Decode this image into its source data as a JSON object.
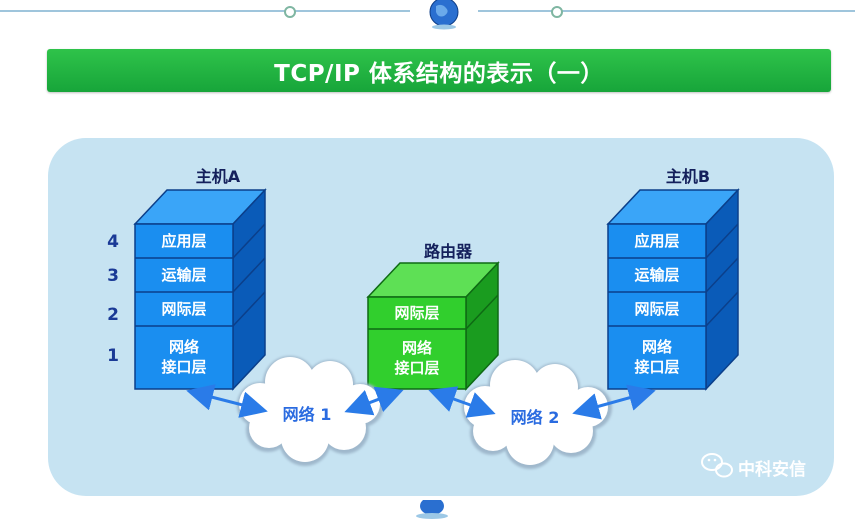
{
  "title": "TCP/IP 体系结构的表示（一）",
  "host_a": {
    "label": "主机A",
    "layers": [
      "应用层",
      "运输层",
      "网际层",
      "网络\n接口层"
    ],
    "numbers": [
      "4",
      "3",
      "2",
      "1"
    ]
  },
  "router": {
    "label": "路由器",
    "layers": [
      "网际层",
      "网络\n接口层"
    ]
  },
  "host_b": {
    "label": "主机B",
    "layers": [
      "应用层",
      "运输层",
      "网际层",
      "网络\n接口层"
    ]
  },
  "networks": [
    "网络 1",
    "网络 2"
  ],
  "watermark": "中科安信",
  "colors": {
    "title_bar": "#1fb140",
    "panel": "#c6e3f2",
    "host_front": "#1a8ef0",
    "host_side": "#0a5bb8",
    "router_front": "#31cf2d",
    "router_side": "#1a9c1f",
    "arrow": "#2a7be8"
  }
}
